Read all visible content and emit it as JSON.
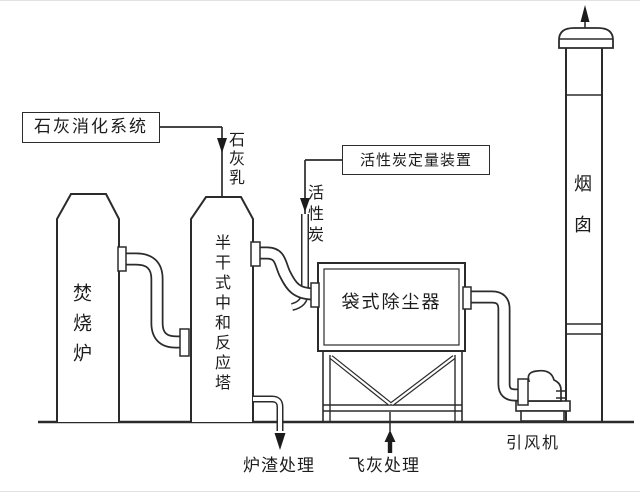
{
  "diagram": {
    "labels": {
      "lime_system": "石灰消化系统",
      "lime_milk": "石灰乳",
      "carbon_doser": "活性炭定量装置",
      "activated_carbon": "活性炭",
      "incinerator": "焚烧炉",
      "reaction_tower": "半干式中和反应塔",
      "bag_filter": "袋式除尘器",
      "chimney": "烟囱",
      "id_fan": "引风机",
      "slag_treatment": "炉渣处理",
      "fly_ash_treatment": "飞灰处理"
    },
    "colors": {
      "line": "#2b2b2b",
      "background": "#ffffff",
      "text": "#1c1c1c"
    }
  }
}
